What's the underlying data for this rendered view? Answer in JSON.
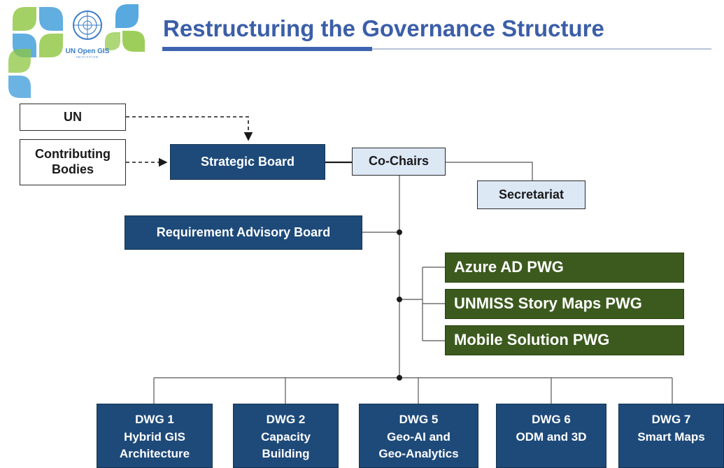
{
  "logo": {
    "text": "UN Open GIS",
    "subtext": "INITIATIVE"
  },
  "title": "Restructuring the Governance Structure",
  "nodes": {
    "un": "UN",
    "contributing_bodies": "Contributing Bodies",
    "strategic_board": "Strategic Board",
    "co_chairs": "Co-Chairs",
    "secretariat": "Secretariat",
    "requirement_advisory_board": "Requirement Advisory Board"
  },
  "pwgs": [
    "Azure AD PWG",
    "UNMISS Story Maps PWG",
    "Mobile Solution PWG"
  ],
  "dwgs": [
    {
      "id": "DWG 1",
      "line1": "Hybrid GIS",
      "line2": "Architecture"
    },
    {
      "id": "DWG 2",
      "line1": "Capacity",
      "line2": "Building"
    },
    {
      "id": "DWG 5",
      "line1": "Geo-AI and",
      "line2": "Geo-Analytics"
    },
    {
      "id": "DWG 6",
      "line1": "ODM and 3D",
      "line2": ""
    },
    {
      "id": "DWG 7",
      "line1": "Smart Maps",
      "line2": ""
    }
  ],
  "colors": {
    "title": "#3b5ea8",
    "dark_box": "#1e4a7a",
    "light_box": "#dde8f5",
    "pwg_box": "#3c5a1e",
    "logo_green": "#8cc63f",
    "logo_blue": "#3a9ad9"
  }
}
